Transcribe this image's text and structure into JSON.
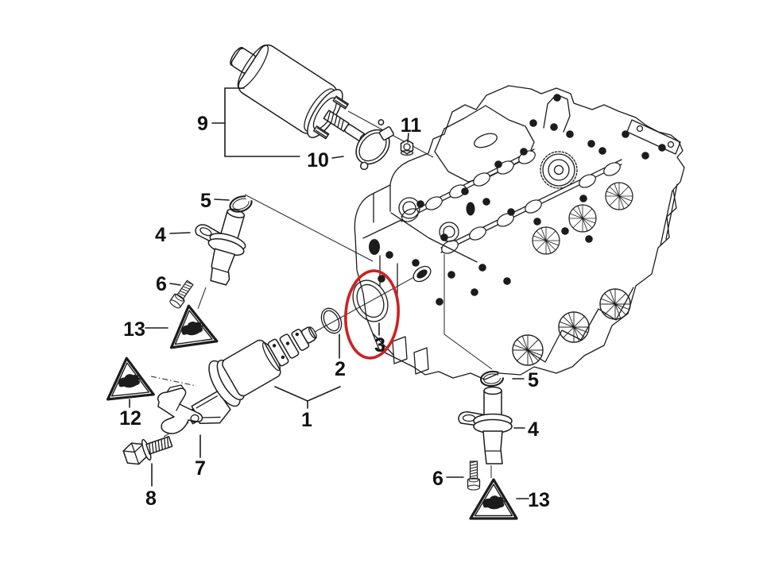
{
  "diagram": {
    "type": "exploded-parts-diagram",
    "background_color": "#ffffff",
    "line_color": "#1c1c1c",
    "highlight_color": "#cc2121",
    "highlighted_callout": "3",
    "callouts": [
      {
        "id": "callout-9",
        "label": "9"
      },
      {
        "id": "callout-10",
        "label": "10"
      },
      {
        "id": "callout-11",
        "label": "11"
      },
      {
        "id": "callout-5-upper",
        "label": "5"
      },
      {
        "id": "callout-4-upper",
        "label": "4"
      },
      {
        "id": "callout-6-upper",
        "label": "6"
      },
      {
        "id": "callout-13-upper",
        "label": "13"
      },
      {
        "id": "callout-12",
        "label": "12"
      },
      {
        "id": "callout-7",
        "label": "7"
      },
      {
        "id": "callout-8",
        "label": "8"
      },
      {
        "id": "callout-1",
        "label": "1"
      },
      {
        "id": "callout-2",
        "label": "2"
      },
      {
        "id": "callout-3",
        "label": "3"
      },
      {
        "id": "callout-5-lower",
        "label": "5"
      },
      {
        "id": "callout-4-lower",
        "label": "4"
      },
      {
        "id": "callout-6-lower",
        "label": "6"
      },
      {
        "id": "callout-13-lower",
        "label": "13"
      }
    ]
  }
}
